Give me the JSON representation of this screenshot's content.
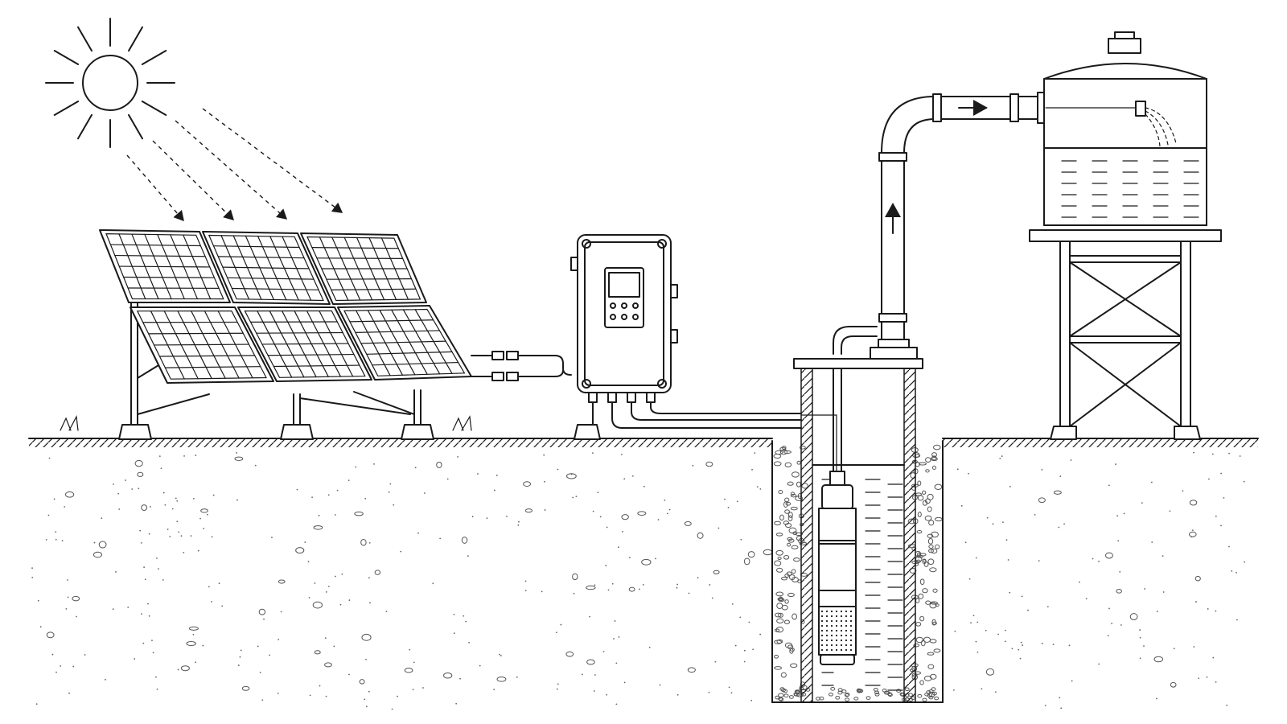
{
  "diagram": {
    "components": [
      {
        "id": "sun",
        "icon": "sun-icon"
      },
      {
        "id": "solar-panel-array",
        "icon": "solar-panel-icon",
        "panels": 6
      },
      {
        "id": "pump-controller",
        "icon": "control-box-icon"
      },
      {
        "id": "borehole",
        "icon": "well-icon"
      },
      {
        "id": "submersible-pump",
        "icon": "pump-icon"
      },
      {
        "id": "delivery-pipe",
        "icon": "pipe-icon"
      },
      {
        "id": "elevated-water-tank",
        "icon": "tank-icon"
      }
    ],
    "connections": [
      {
        "from": "sun",
        "to": "solar-panel-array",
        "kind": "light-rays"
      },
      {
        "from": "solar-panel-array",
        "to": "pump-controller",
        "kind": "cable"
      },
      {
        "from": "pump-controller",
        "to": "submersible-pump",
        "kind": "cable"
      },
      {
        "from": "submersible-pump",
        "to": "elevated-water-tank",
        "kind": "water-flow"
      }
    ],
    "colors": {
      "line": "#1a1a1a",
      "background": "#ffffff"
    }
  }
}
